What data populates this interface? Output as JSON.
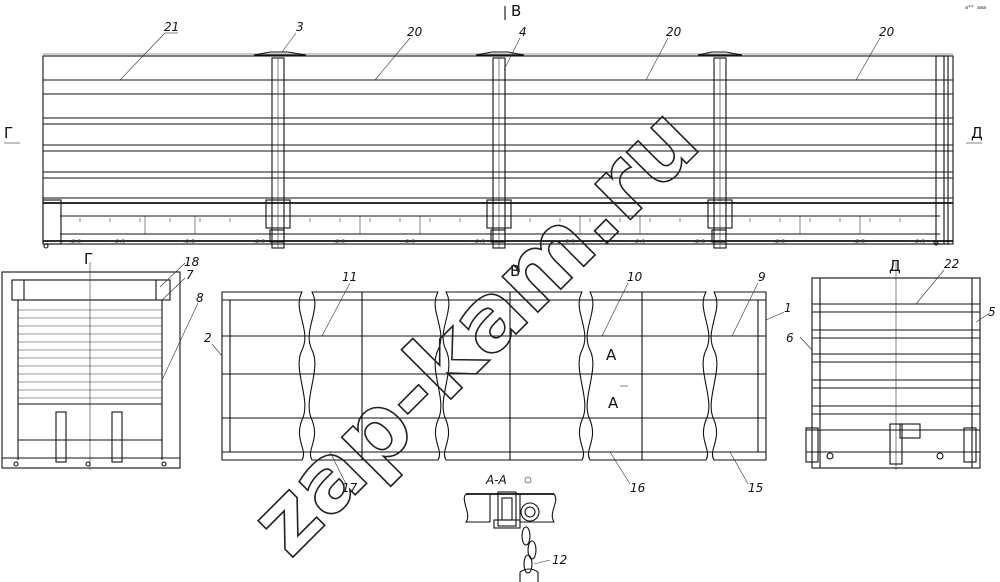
{
  "views": {
    "top_marker": "B",
    "left_marker": "Г",
    "right_marker": "Д",
    "view_g": "Г",
    "view_v": "В",
    "view_d": "Д",
    "section_a_upper": "А",
    "section_a_lower": "А",
    "section_aa": "А-А",
    "stamp": "a** ааа"
  },
  "callouts": {
    "c21": "21",
    "c3": "3",
    "c20a": "20",
    "c4": "4",
    "c20b": "20",
    "c20c": "20",
    "c18": "18",
    "c7": "7",
    "c8": "8",
    "c11": "11",
    "c10": "10",
    "c9": "9",
    "c1": "1",
    "c2": "2",
    "c22": "22",
    "c5": "5",
    "c6": "6",
    "c17": "17",
    "c16": "16",
    "c15": "15",
    "c12": "12"
  },
  "watermark": "zap-kam.ru",
  "dims": {
    "d1": "~≈2.5"
  }
}
